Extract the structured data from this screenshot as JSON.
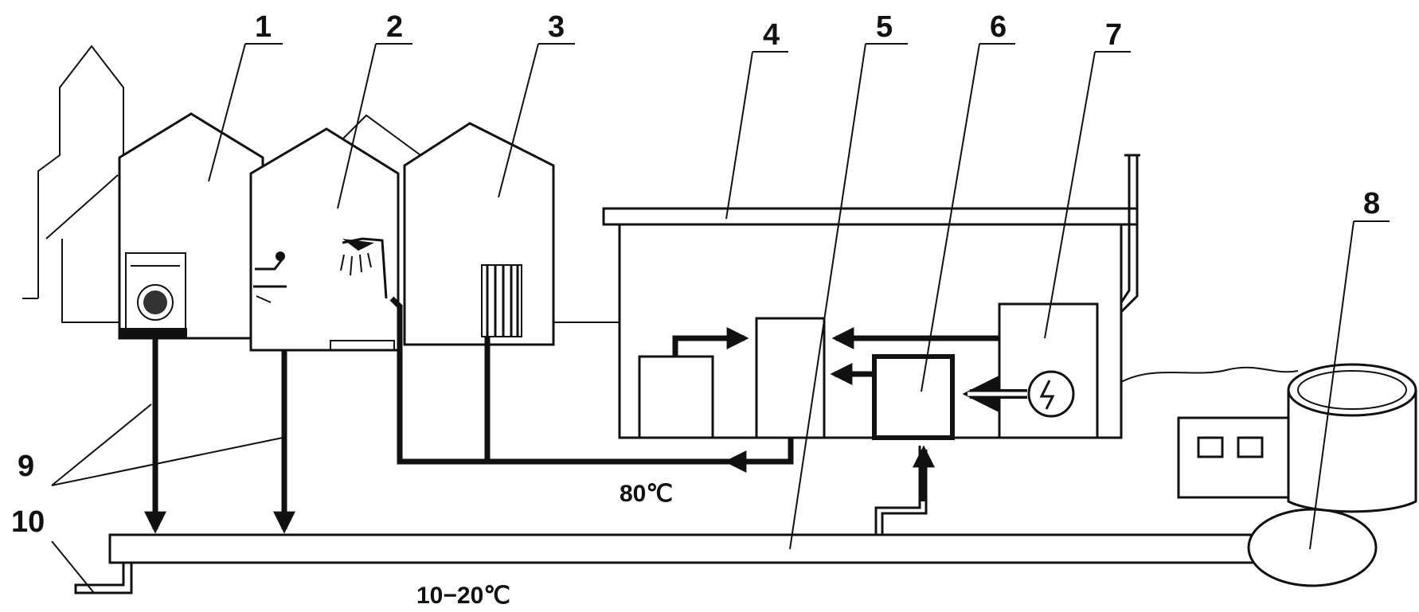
{
  "diagram": {
    "callouts": [
      "1",
      "2",
      "3",
      "4",
      "5",
      "6",
      "7",
      "8",
      "9",
      "10"
    ],
    "temperatures": {
      "hot_supply": "80℃",
      "ground_pipe": "10−20℃"
    }
  },
  "colors": {
    "stroke": "#111111",
    "background": "#ffffff"
  }
}
